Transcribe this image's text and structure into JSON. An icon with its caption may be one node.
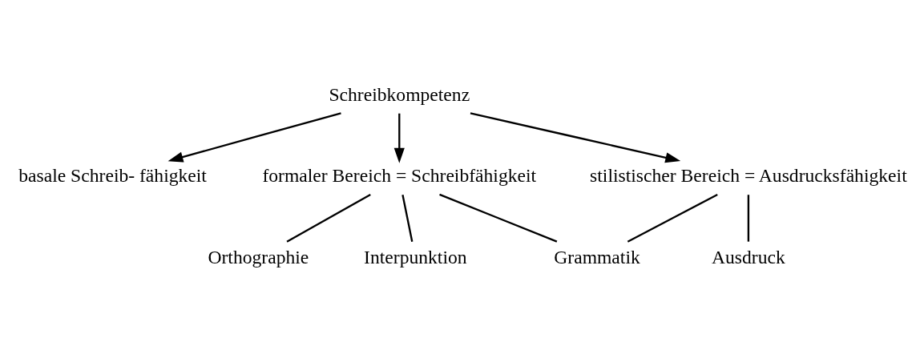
{
  "diagram": {
    "nodes": [
      {
        "text": [
          "Schreibkompetenz"
        ]
      },
      {
        "text": [
          "basale Schreib- fähigkeit"
        ]
      },
      {
        "text": [
          "formaler Bereich = Schreibfähigkeit"
        ]
      },
      {
        "text": [
          "stilistischer Bereich = Ausdrucksfähigkeit"
        ]
      },
      {
        "text": [
          "Orthographie"
        ]
      },
      {
        "text": [
          "Interpunktion"
        ]
      },
      {
        "text": [
          "Grammatik"
        ]
      },
      {
        "text": [
          "Ausdruck"
        ]
      }
    ],
    "edges": [
      {
        "from": 0,
        "to": 1,
        "arrow": "to"
      },
      {
        "from": 0,
        "to": 2,
        "arrow": "to"
      },
      {
        "from": 0,
        "to": 3,
        "arrow": "to"
      },
      {
        "from": 2,
        "to": 4,
        "arrow": "none"
      },
      {
        "from": 2,
        "to": 5,
        "arrow": "none"
      },
      {
        "from": 2,
        "to": 6,
        "arrow": "none"
      },
      {
        "from": 3,
        "to": 6,
        "arrow": "none"
      },
      {
        "from": 3,
        "to": 7,
        "arrow": "none"
      }
    ]
  }
}
